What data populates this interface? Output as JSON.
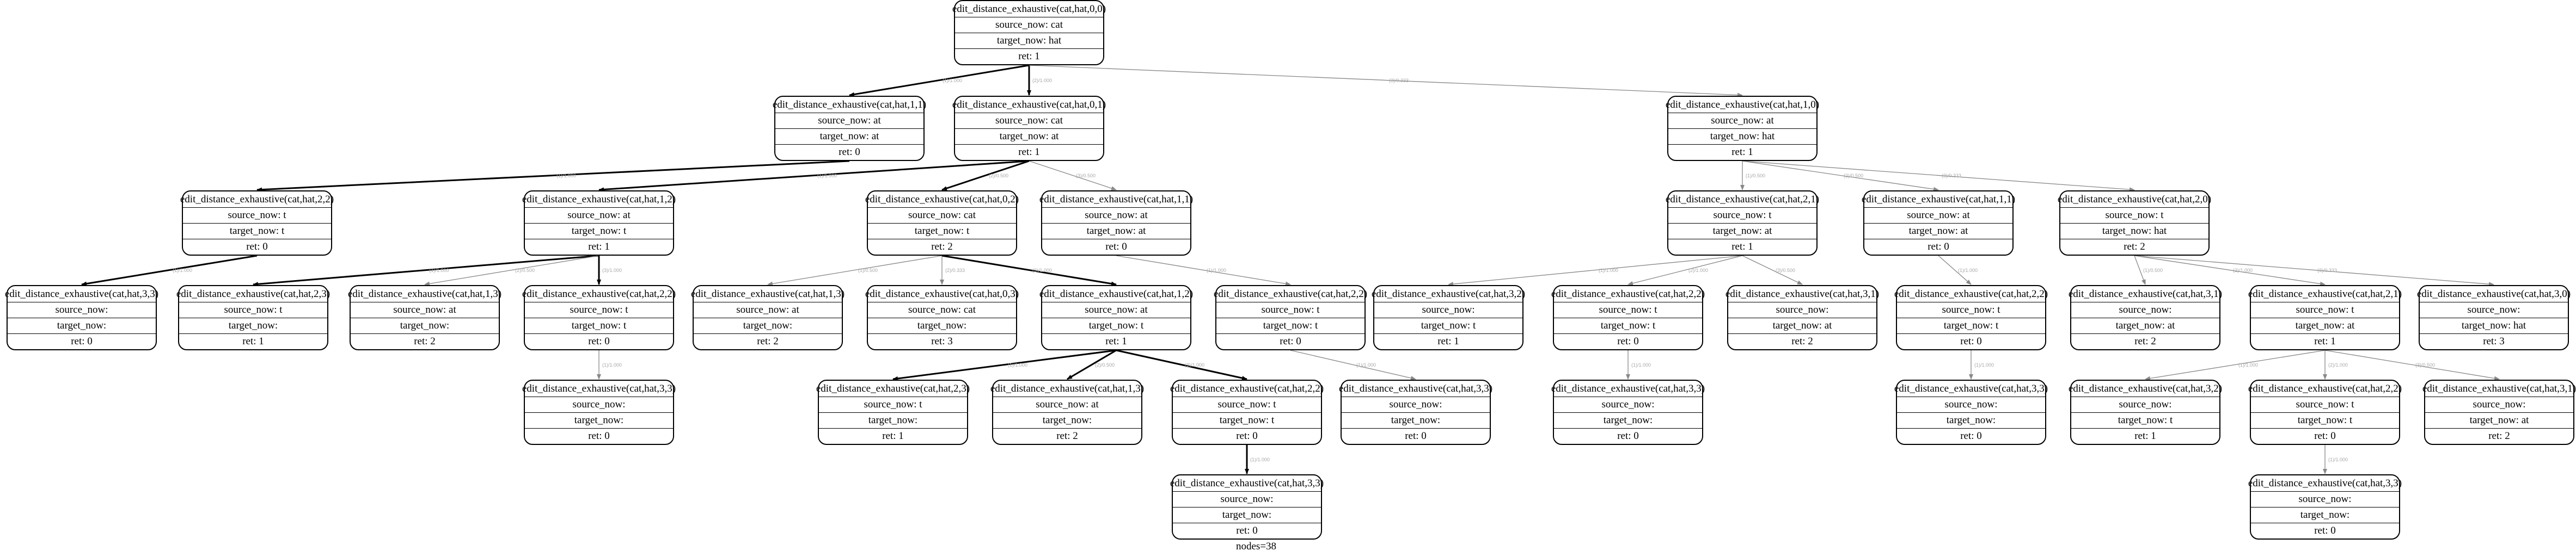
{
  "nodes": [
    {
      "id": "n0",
      "call": "edit_distance_exhaustive(cat,hat,0,0)",
      "source": "source_now: cat",
      "target": "target_now: hat",
      "ret": "ret: 1"
    },
    {
      "id": "n1",
      "call": "edit_distance_exhaustive(cat,hat,1,1)",
      "source": "source_now: at",
      "target": "target_now: at",
      "ret": "ret: 0"
    },
    {
      "id": "n2",
      "call": "edit_distance_exhaustive(cat,hat,0,1)",
      "source": "source_now: cat",
      "target": "target_now: at",
      "ret": "ret: 1"
    },
    {
      "id": "n3",
      "call": "edit_distance_exhaustive(cat,hat,1,0)",
      "source": "source_now: at",
      "target": "target_now: hat",
      "ret": "ret: 1"
    },
    {
      "id": "n4",
      "call": "edit_distance_exhaustive(cat,hat,2,2)",
      "source": "source_now: t",
      "target": "target_now: t",
      "ret": "ret: 0"
    },
    {
      "id": "n5",
      "call": "edit_distance_exhaustive(cat,hat,1,2)",
      "source": "source_now: at",
      "target": "target_now: t",
      "ret": "ret: 1"
    },
    {
      "id": "n6",
      "call": "edit_distance_exhaustive(cat,hat,0,2)",
      "source": "source_now: cat",
      "target": "target_now: t",
      "ret": "ret: 2"
    },
    {
      "id": "n7",
      "call": "edit_distance_exhaustive(cat,hat,1,1)",
      "source": "source_now: at",
      "target": "target_now: at",
      "ret": "ret: 0"
    },
    {
      "id": "n8",
      "call": "edit_distance_exhaustive(cat,hat,2,1)",
      "source": "source_now: t",
      "target": "target_now: at",
      "ret": "ret: 1"
    },
    {
      "id": "n9",
      "call": "edit_distance_exhaustive(cat,hat,1,1)",
      "source": "source_now: at",
      "target": "target_now: at",
      "ret": "ret: 0"
    },
    {
      "id": "n10",
      "call": "edit_distance_exhaustive(cat,hat,2,0)",
      "source": "source_now: t",
      "target": "target_now: hat",
      "ret": "ret: 2"
    },
    {
      "id": "n11",
      "call": "edit_distance_exhaustive(cat,hat,3,3)",
      "source": "source_now:",
      "target": "target_now:",
      "ret": "ret: 0"
    },
    {
      "id": "n12",
      "call": "edit_distance_exhaustive(cat,hat,2,3)",
      "source": "source_now: t",
      "target": "target_now:",
      "ret": "ret: 1"
    },
    {
      "id": "n13",
      "call": "edit_distance_exhaustive(cat,hat,1,3)",
      "source": "source_now: at",
      "target": "target_now:",
      "ret": "ret: 2"
    },
    {
      "id": "n14",
      "call": "edit_distance_exhaustive(cat,hat,2,2)",
      "source": "source_now: t",
      "target": "target_now: t",
      "ret": "ret: 0"
    },
    {
      "id": "n15",
      "call": "edit_distance_exhaustive(cat,hat,1,3)",
      "source": "source_now: at",
      "target": "target_now:",
      "ret": "ret: 2"
    },
    {
      "id": "n16",
      "call": "edit_distance_exhaustive(cat,hat,0,3)",
      "source": "source_now: cat",
      "target": "target_now:",
      "ret": "ret: 3"
    },
    {
      "id": "n17",
      "call": "edit_distance_exhaustive(cat,hat,1,2)",
      "source": "source_now: at",
      "target": "target_now: t",
      "ret": "ret: 1"
    },
    {
      "id": "n18",
      "call": "edit_distance_exhaustive(cat,hat,2,2)",
      "source": "source_now: t",
      "target": "target_now: t",
      "ret": "ret: 0"
    },
    {
      "id": "n19",
      "call": "edit_distance_exhaustive(cat,hat,3,2)",
      "source": "source_now:",
      "target": "target_now: t",
      "ret": "ret: 1"
    },
    {
      "id": "n20",
      "call": "edit_distance_exhaustive(cat,hat,2,2)",
      "source": "source_now: t",
      "target": "target_now: t",
      "ret": "ret: 0"
    },
    {
      "id": "n21",
      "call": "edit_distance_exhaustive(cat,hat,3,1)",
      "source": "source_now:",
      "target": "target_now: at",
      "ret": "ret: 2"
    },
    {
      "id": "n22",
      "call": "edit_distance_exhaustive(cat,hat,2,2)",
      "source": "source_now: t",
      "target": "target_now: t",
      "ret": "ret: 0"
    },
    {
      "id": "n23",
      "call": "edit_distance_exhaustive(cat,hat,3,1)",
      "source": "source_now:",
      "target": "target_now: at",
      "ret": "ret: 2"
    },
    {
      "id": "n24",
      "call": "edit_distance_exhaustive(cat,hat,2,1)",
      "source": "source_now: t",
      "target": "target_now: at",
      "ret": "ret: 1"
    },
    {
      "id": "n25",
      "call": "edit_distance_exhaustive(cat,hat,3,0)",
      "source": "source_now:",
      "target": "target_now: hat",
      "ret": "ret: 3"
    },
    {
      "id": "n26",
      "call": "edit_distance_exhaustive(cat,hat,3,3)",
      "source": "source_now:",
      "target": "target_now:",
      "ret": "ret: 0"
    },
    {
      "id": "n27",
      "call": "edit_distance_exhaustive(cat,hat,2,3)",
      "source": "source_now: t",
      "target": "target_now:",
      "ret": "ret: 1"
    },
    {
      "id": "n28",
      "call": "edit_distance_exhaustive(cat,hat,1,3)",
      "source": "source_now: at",
      "target": "target_now:",
      "ret": "ret: 2"
    },
    {
      "id": "n29",
      "call": "edit_distance_exhaustive(cat,hat,2,2)",
      "source": "source_now: t",
      "target": "target_now: t",
      "ret": "ret: 0"
    },
    {
      "id": "n30",
      "call": "edit_distance_exhaustive(cat,hat,3,3)",
      "source": "source_now:",
      "target": "target_now:",
      "ret": "ret: 0"
    },
    {
      "id": "n31",
      "call": "edit_distance_exhaustive(cat,hat,3,3)",
      "source": "source_now:",
      "target": "target_now:",
      "ret": "ret: 0"
    },
    {
      "id": "n32",
      "call": "edit_distance_exhaustive(cat,hat,3,3)",
      "source": "source_now:",
      "target": "target_now:",
      "ret": "ret: 0"
    },
    {
      "id": "n33",
      "call": "edit_distance_exhaustive(cat,hat,3,2)",
      "source": "source_now:",
      "target": "target_now: t",
      "ret": "ret: 1"
    },
    {
      "id": "n34",
      "call": "edit_distance_exhaustive(cat,hat,2,2)",
      "source": "source_now: t",
      "target": "target_now: t",
      "ret": "ret: 0"
    },
    {
      "id": "n35",
      "call": "edit_distance_exhaustive(cat,hat,3,1)",
      "source": "source_now:",
      "target": "target_now: at",
      "ret": "ret: 2"
    },
    {
      "id": "n36",
      "call": "edit_distance_exhaustive(cat,hat,3,3)",
      "source": "source_now:",
      "target": "target_now:",
      "ret": "ret: 0"
    },
    {
      "id": "n37",
      "call": "edit_distance_exhaustive(cat,hat,3,3)",
      "source": "source_now:",
      "target": "target_now:",
      "ret": "ret: 0"
    }
  ],
  "edges": [
    {
      "from": "n0",
      "to": "n1",
      "label": "(1)/1.000",
      "bold": true
    },
    {
      "from": "n0",
      "to": "n2",
      "label": "(2)/1.000",
      "bold": true
    },
    {
      "from": "n0",
      "to": "n3",
      "label": "(3)/0.333",
      "bold": false
    },
    {
      "from": "n1",
      "to": "n4",
      "label": "(1)/1.000",
      "bold": true
    },
    {
      "from": "n2",
      "to": "n5",
      "label": "(1)/1.000",
      "bold": true
    },
    {
      "from": "n2",
      "to": "n6",
      "label": "(2)/0.500",
      "bold": true
    },
    {
      "from": "n2",
      "to": "n7",
      "label": "(3)/0.500",
      "bold": false
    },
    {
      "from": "n3",
      "to": "n8",
      "label": "(1)/0.500",
      "bold": false
    },
    {
      "from": "n3",
      "to": "n9",
      "label": "(2)/0.500",
      "bold": false
    },
    {
      "from": "n3",
      "to": "n10",
      "label": "(3)/0.333",
      "bold": false
    },
    {
      "from": "n4",
      "to": "n11",
      "label": "(1)/1.000",
      "bold": true
    },
    {
      "from": "n5",
      "to": "n12",
      "label": "(1)/1.000",
      "bold": true
    },
    {
      "from": "n5",
      "to": "n13",
      "label": "(2)/0.500",
      "bold": false
    },
    {
      "from": "n5",
      "to": "n14",
      "label": "(3)/1.000",
      "bold": true
    },
    {
      "from": "n6",
      "to": "n15",
      "label": "(1)/0.500",
      "bold": false
    },
    {
      "from": "n6",
      "to": "n16",
      "label": "(2)/0.333",
      "bold": false
    },
    {
      "from": "n6",
      "to": "n17",
      "label": "(3)/1.000",
      "bold": true
    },
    {
      "from": "n7",
      "to": "n18",
      "label": "(1)/1.000",
      "bold": false
    },
    {
      "from": "n8",
      "to": "n19",
      "label": "(1)/1.000",
      "bold": false
    },
    {
      "from": "n8",
      "to": "n20",
      "label": "(2)/1.000",
      "bold": false
    },
    {
      "from": "n8",
      "to": "n21",
      "label": "(3)/0.500",
      "bold": false
    },
    {
      "from": "n9",
      "to": "n22",
      "label": "(1)/1.000",
      "bold": false
    },
    {
      "from": "n10",
      "to": "n23",
      "label": "(1)/0.500",
      "bold": false
    },
    {
      "from": "n10",
      "to": "n24",
      "label": "(2)/1.000",
      "bold": false
    },
    {
      "from": "n10",
      "to": "n25",
      "label": "(3)/0.333",
      "bold": false
    },
    {
      "from": "n14",
      "to": "n26",
      "label": "(1)/1.000",
      "bold": false
    },
    {
      "from": "n17",
      "to": "n27",
      "label": "(1)/1.000",
      "bold": true
    },
    {
      "from": "n17",
      "to": "n28",
      "label": "(2)/0.500",
      "bold": true
    },
    {
      "from": "n17",
      "to": "n29",
      "label": "(3)/1.000",
      "bold": true
    },
    {
      "from": "n18",
      "to": "n30",
      "label": "(1)/1.000",
      "bold": false
    },
    {
      "from": "n20",
      "to": "n31",
      "label": "(1)/1.000",
      "bold": false
    },
    {
      "from": "n22",
      "to": "n32",
      "label": "(1)/1.000",
      "bold": false
    },
    {
      "from": "n24",
      "to": "n33",
      "label": "(1)/1.000",
      "bold": false
    },
    {
      "from": "n24",
      "to": "n34",
      "label": "(2)/1.000",
      "bold": false
    },
    {
      "from": "n24",
      "to": "n35",
      "label": "(3)/0.500",
      "bold": false
    },
    {
      "from": "n29",
      "to": "n36",
      "label": "(1)/1.000",
      "bold": true
    },
    {
      "from": "n34",
      "to": "n37",
      "label": "(1)/1.000",
      "bold": false
    }
  ],
  "footer": "nodes=38"
}
